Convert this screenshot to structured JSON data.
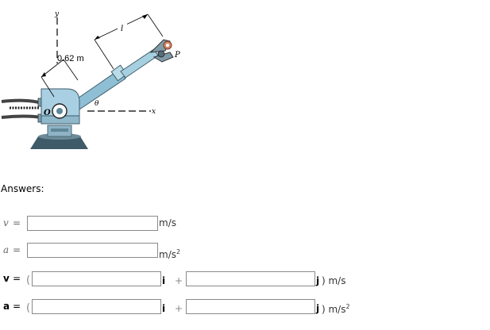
{
  "figure": {
    "length_label": "0.62 m",
    "l_label": "l",
    "y_label": "y",
    "x_label": "x",
    "theta_label": "θ",
    "o_label": "O",
    "p_label": "P"
  },
  "answers_label": "Answers:",
  "rows": {
    "v_scalar": {
      "var": "v",
      "eq": "=",
      "value": "",
      "unit": "m/s"
    },
    "a_scalar": {
      "var": "a",
      "eq": "=",
      "value": "",
      "unit": "m/s",
      "unit_sup": "2"
    },
    "v_vector": {
      "var": "v",
      "eq": "=",
      "open": "(",
      "i_value": "",
      "i": "i",
      "plus": "+",
      "j_value": "",
      "j": "j",
      "close_unit": ") m/s"
    },
    "a_vector": {
      "var": "a",
      "eq": "=",
      "open": "(",
      "i_value": "",
      "i": "i",
      "plus": "+",
      "j_value": "",
      "j": "j",
      "close_unit": ") m/s",
      "unit_sup": "2"
    }
  },
  "colors": {
    "robot_body": "#a9cfe2",
    "robot_dark": "#5e8799",
    "base": "#3f5a68",
    "pin": "#c06040"
  }
}
